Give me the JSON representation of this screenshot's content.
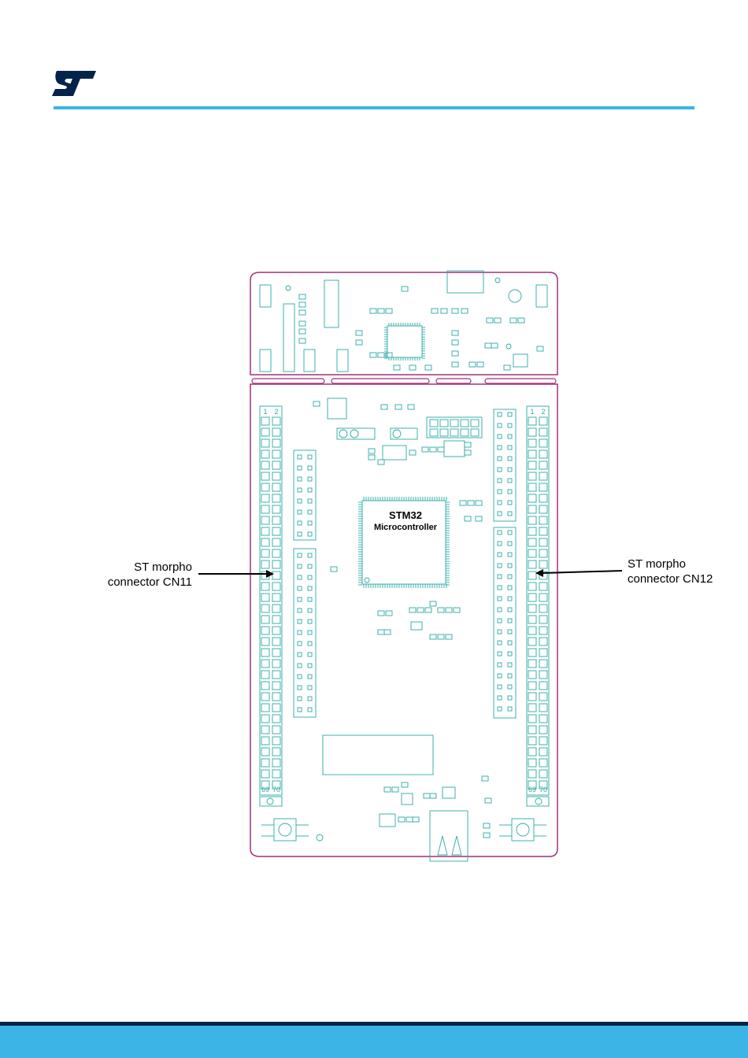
{
  "brand": {
    "logo_text": "ST",
    "accent_color": "#3cb4e5",
    "footer_dark_color": "#03234b",
    "board_outline_color": "#a0307a",
    "board_art_color": "#2aa9a6"
  },
  "diagram": {
    "chip_title": "STM32",
    "chip_subtitle": "Microcontroller",
    "callouts": {
      "left_line1": "ST morpho",
      "left_line2": "connector CN11",
      "right_line1": "ST morpho",
      "right_line2": "connector CN12"
    },
    "cn11_pins": {
      "top_left": "1",
      "top_right": "2",
      "bottom_left": "69",
      "bottom_right": "70"
    },
    "cn12_pins": {
      "top_left": "1",
      "top_right": "2",
      "bottom_left": "69",
      "bottom_right": "70"
    }
  }
}
